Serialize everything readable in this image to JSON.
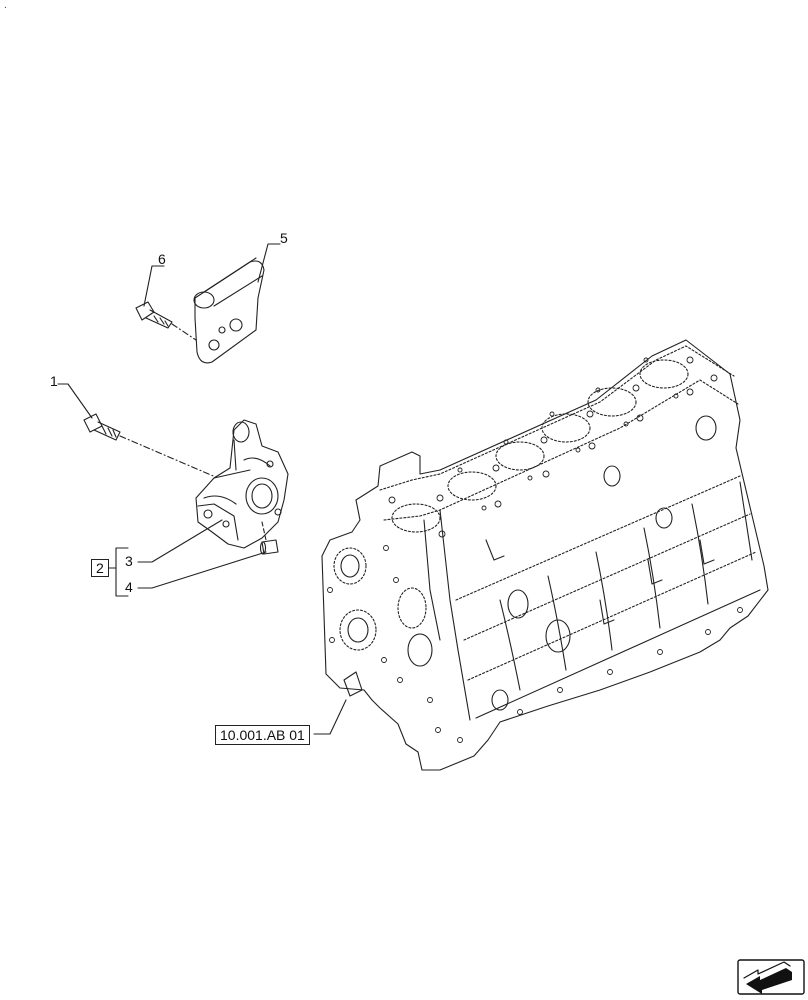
{
  "corner_mark": ".",
  "callouts": {
    "c1": "1",
    "c2": "2",
    "c3": "3",
    "c4": "4",
    "c5": "5",
    "c6": "6"
  },
  "reference": "10.001.AB 01",
  "icons": {
    "nav": "next-page-arrow-icon"
  }
}
